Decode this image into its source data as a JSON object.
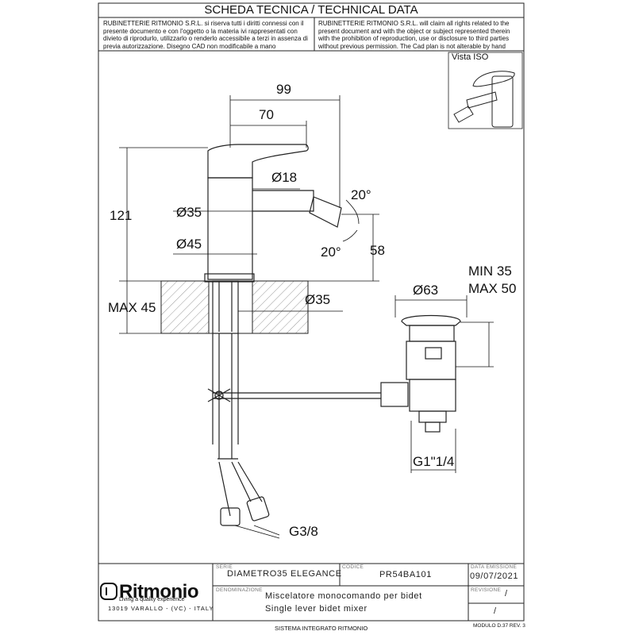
{
  "header": {
    "title": "SCHEDA TECNICA / TECHNICAL DATA",
    "note_it": "RUBINETTERIE RITMONIO S.R.L. si riserva tutti i diritti connessi con il presente documento e con l'oggetto o la materia ivi rappresentati con divieto di riprodurlo, utilizzarlo o renderlo accessibile a terzi in assenza di previa autorizzazione. Disegno CAD non modificabile a mano",
    "note_en": "RUBINETTERIE RITMONIO S.R.L. will claim all rights related to the present document and with the object or subject represented therein with the prohibition  of reproduction, use or disclosure to third parties without previous permission.  The Cad plan is not alterable by hand"
  },
  "iso_view": {
    "label": "Vista ISO"
  },
  "dimensions": {
    "d99": "99",
    "d70": "70",
    "d18": "Ø18",
    "d35a": "Ø35",
    "d45": "Ø45",
    "h121": "121",
    "a20a": "20°",
    "a20b": "20°",
    "h58": "58",
    "max45": "MAX 45",
    "d35b": "Ø35",
    "min35": "MIN 35",
    "max50": "MAX 50",
    "d63": "Ø63",
    "g114": "G1\"1/4",
    "g38": "G3/8"
  },
  "title_block": {
    "serie_label": "SERIE",
    "serie": "DIAMETRO35  ELEGANCE",
    "codice_label": "CODICE",
    "codice": "PR54BA101",
    "data_label": "DATA EMISSIONE",
    "data": "09/07/2021",
    "denominazione_label": "DENOMINAZIONE",
    "desc_it": "Miscelatore  monocomando  per  bidet",
    "desc_en": "Single  lever  bidet  mixer",
    "revisione_label": "REVISIONE",
    "rev1": "/",
    "rev2": "/",
    "brand": "Ritmonio",
    "tagline": "Living a quality experience",
    "address": "13019 VARALLO - (VC) - ITALY"
  },
  "footer": {
    "system": "SISTEMA INTEGRATO RITMONIO",
    "module": "MODULO D.37 REV. 3"
  }
}
